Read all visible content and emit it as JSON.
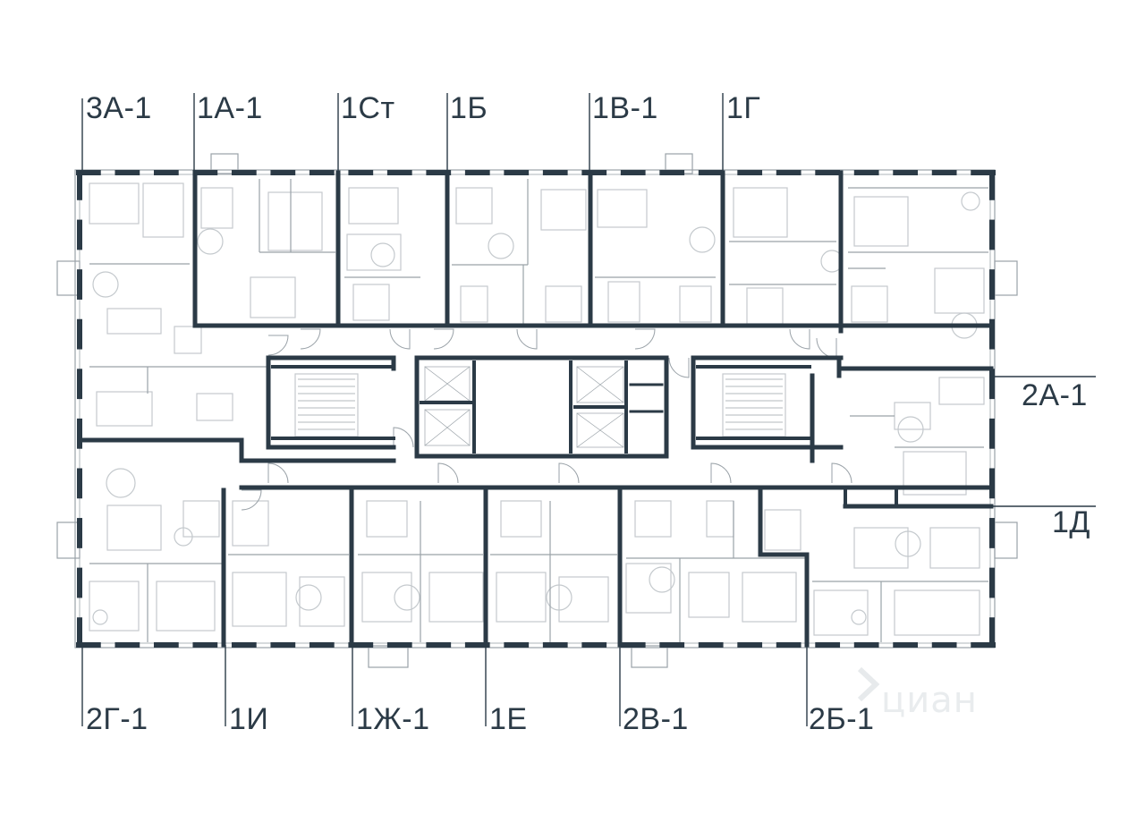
{
  "colors": {
    "wall": "#2b3a46",
    "furniture": "#c4c9cd",
    "thin": "#9aa2a8",
    "label": "#2b3a46",
    "watermark": "#e7eaec"
  },
  "units": {
    "top": [
      "3А-1",
      "1А-1",
      "1Ст",
      "1Б",
      "1В-1",
      "1Г"
    ],
    "right": [
      "2А-1",
      "1Д"
    ],
    "bottom": [
      "2Г-1",
      "1И",
      "1Ж-1",
      "1Е",
      "2В-1",
      "2Б-1"
    ]
  },
  "watermark": "циан"
}
